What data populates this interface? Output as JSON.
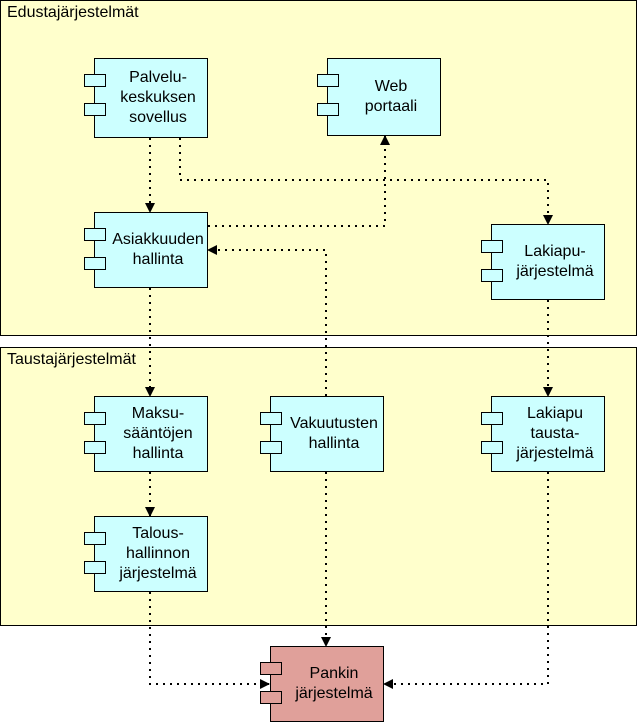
{
  "groups": {
    "front": {
      "label": "Edustajärjestelmät"
    },
    "back": {
      "label": "Taustajärjestelmät"
    }
  },
  "components": {
    "palvelukeskus": {
      "label": "Palvelu-\nkeskuksen\nsovellus"
    },
    "web": {
      "label": "Web\nportaali"
    },
    "asiakkuuden": {
      "label": "Asiakkuuden\nhallinta"
    },
    "lakiapu": {
      "label": "Lakiapu-\njärjestelmä"
    },
    "maksu": {
      "label": "Maksu-\nsääntöjen\nhallinta"
    },
    "vakuutusten": {
      "label": "Vakuutusten\nhallinta"
    },
    "lakiapu_tausta": {
      "label": "Lakiapu\ntausta-\njärjestelmä"
    },
    "talous": {
      "label": "Talous-\nhallinnon\njärjestelmä"
    },
    "pankki": {
      "label": "Pankin\njärjestelmä"
    }
  },
  "colors": {
    "group_fill": "#ffffcc",
    "component_fill": "#ccffff",
    "external_fill": "#e0a09a",
    "line": "#000000"
  }
}
